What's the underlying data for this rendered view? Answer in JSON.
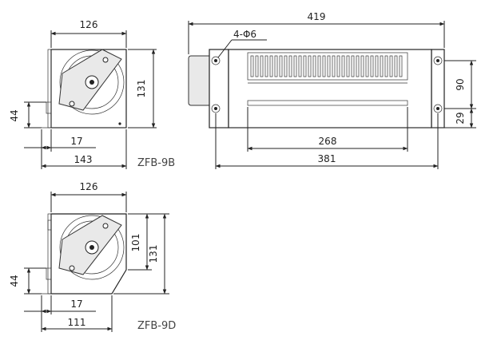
{
  "drawing": {
    "top_left": {
      "model_label": "ZFB-9B",
      "dims": {
        "width_top": "126",
        "height_right": "131",
        "left_offset": "44",
        "bottom_offset": "17",
        "bottom_total": "143"
      }
    },
    "right": {
      "dims": {
        "total_width": "419",
        "holes": "4-Φ6",
        "height_upper": "90",
        "height_lower": "29",
        "inner_width": "268",
        "bottom_width": "381"
      }
    },
    "bottom_left": {
      "model_label": "ZFB-9D",
      "dims": {
        "width_top": "126",
        "height_inner": "101",
        "height_outer": "131",
        "left_offset": "44",
        "bottom_offset": "17",
        "bottom_total": "111"
      }
    }
  }
}
